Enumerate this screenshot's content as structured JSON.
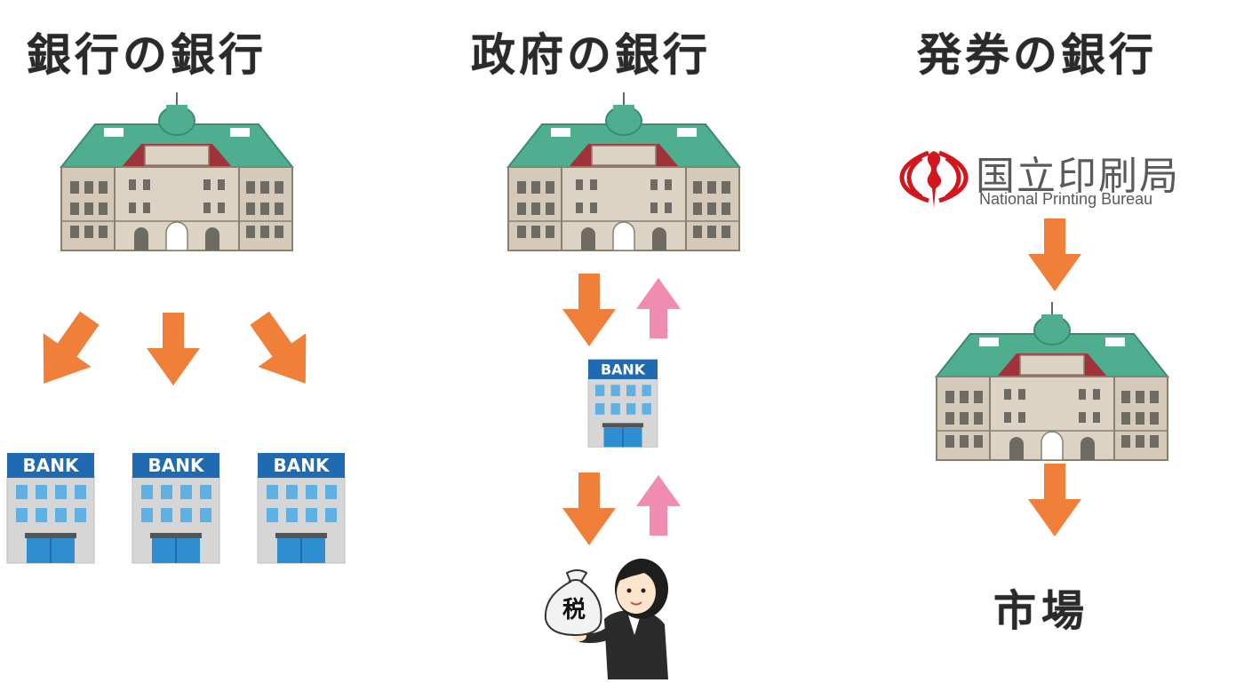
{
  "columns": [
    {
      "title": "銀行の銀行"
    },
    {
      "title": "政府の銀行"
    },
    {
      "title": "発券の銀行"
    }
  ],
  "bank_label": "BANK",
  "tax_label": "税",
  "printing_bureau": {
    "name_jp": "国立印刷局",
    "name_en": "National Printing Bureau"
  },
  "market_label": "市場",
  "colors": {
    "arrow_orange": "#f07f3a",
    "arrow_pink": "#f08cb0",
    "roof": "#4fae90",
    "stone": "#ddd3c4",
    "bank_blue": "#1f6ab0",
    "logo_red": "#d2161e"
  }
}
